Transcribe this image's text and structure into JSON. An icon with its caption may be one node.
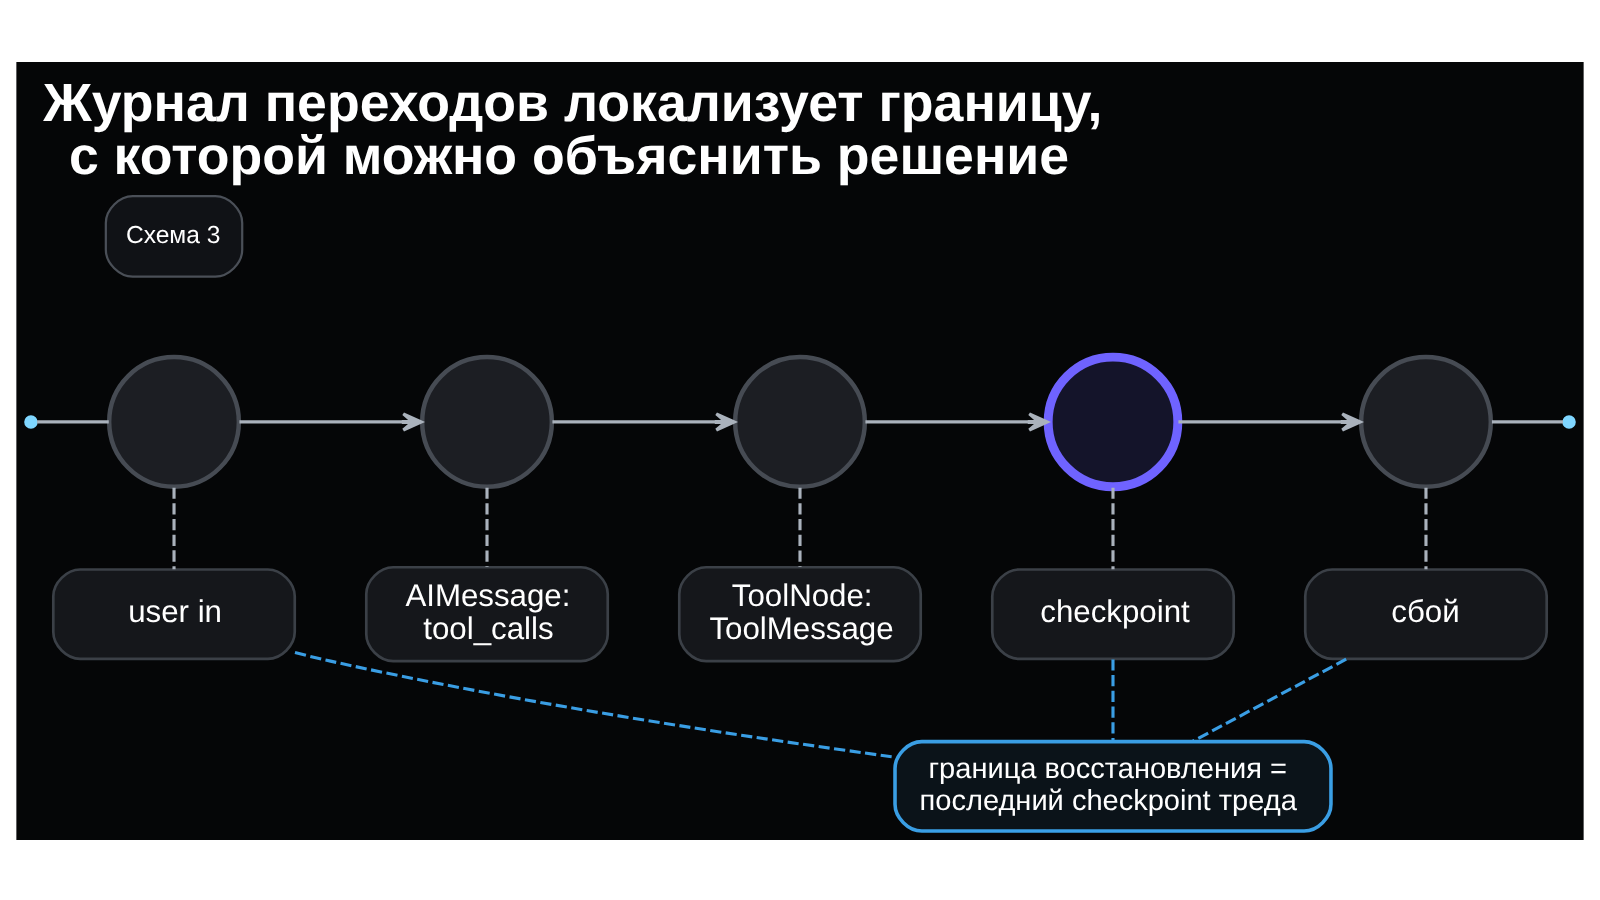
{
  "diagram": {
    "title": "Журнал переходов локализует границу, с которой можно объяснить решение",
    "nodes": [
      {
        "text": [
          "Схема 3"
        ]
      },
      {
        "text": [],
        "shape": "circle"
      },
      {
        "text": [],
        "shape": "circle"
      },
      {
        "text": [],
        "shape": "circle"
      },
      {
        "text": [],
        "shape": "circle"
      },
      {
        "text": [],
        "shape": "circle"
      },
      {
        "text": [
          "user in"
        ]
      },
      {
        "text": [
          "AIMessage: tool_calls"
        ]
      },
      {
        "text": [
          "ToolNode: ToolMessage"
        ]
      },
      {
        "text": [
          "checkpoint"
        ]
      },
      {
        "text": [
          "сбой"
        ]
      },
      {
        "text": [
          "граница восстановления = последний checkpoint треда"
        ]
      }
    ],
    "edges": [
      {
        "from": null,
        "to": 1,
        "arrow": "none"
      },
      {
        "from": 1,
        "to": 2,
        "arrow": "to"
      },
      {
        "from": 2,
        "to": 3,
        "arrow": "to"
      },
      {
        "from": 3,
        "to": 4,
        "arrow": "to"
      },
      {
        "from": 4,
        "to": 5,
        "arrow": "to"
      },
      {
        "from": 5,
        "to": null,
        "arrow": "none"
      },
      {
        "from": 1,
        "to": 6,
        "arrow": "none",
        "style": "dashed"
      },
      {
        "from": 2,
        "to": 7,
        "arrow": "none",
        "style": "dashed"
      },
      {
        "from": 3,
        "to": 8,
        "arrow": "none",
        "style": "dashed"
      },
      {
        "from": 4,
        "to": 9,
        "arrow": "none",
        "style": "dashed"
      },
      {
        "from": 5,
        "to": 10,
        "arrow": "none",
        "style": "dashed"
      },
      {
        "from": 6,
        "to": 11,
        "arrow": "none",
        "style": "dashed",
        "color": "#3a9ee4"
      },
      {
        "from": 9,
        "to": 11,
        "arrow": "none",
        "style": "dashed",
        "color": "#3a9ee4"
      },
      {
        "from": 10,
        "to": 11,
        "arrow": "none",
        "style": "dashed",
        "color": "#3a9ee4"
      }
    ]
  }
}
